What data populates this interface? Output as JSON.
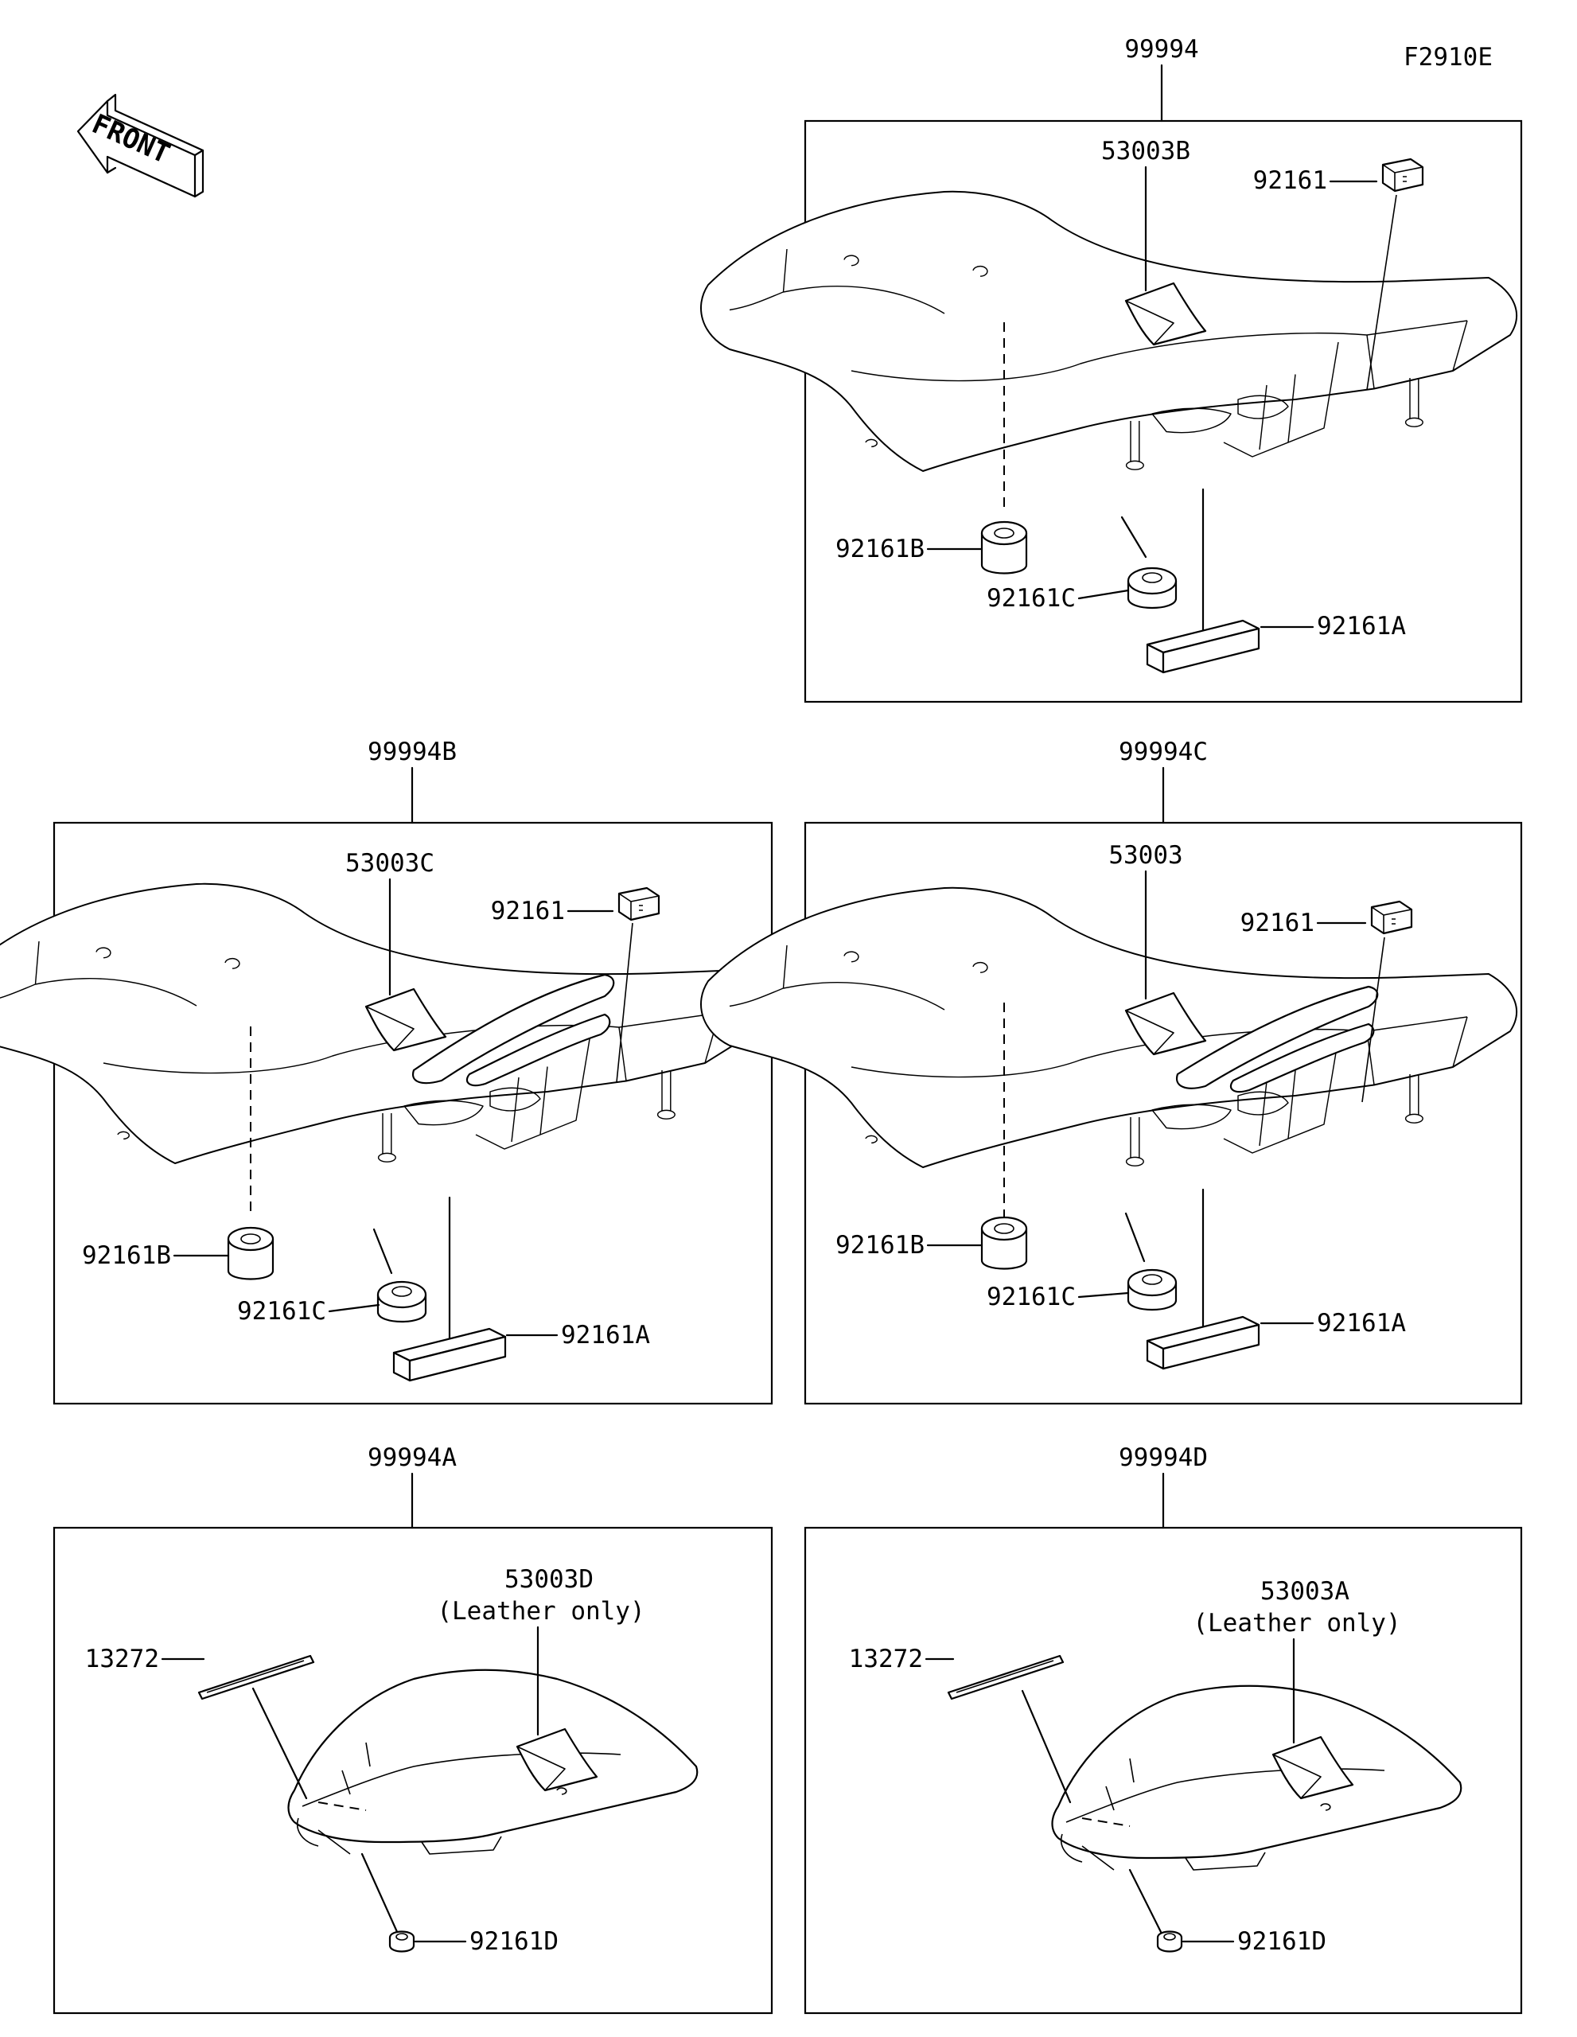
{
  "figure_code": "F2910E",
  "front_arrow": {
    "label": "FRONT",
    "icon": "front-arrow-icon"
  },
  "panels": [
    {
      "id": "99994",
      "label": "99994",
      "parts": {
        "cover": "53003B",
        "pad_top": "92161",
        "pad_b": "92161B",
        "pad_c": "92161C",
        "pad_a": "92161A"
      }
    },
    {
      "id": "99994B",
      "label": "99994B",
      "parts": {
        "cover": "53003C",
        "pad_top": "92161",
        "pad_b": "92161B",
        "pad_c": "92161C",
        "pad_a": "92161A"
      }
    },
    {
      "id": "99994C",
      "label": "99994C",
      "parts": {
        "cover": "53003",
        "pad_top": "92161",
        "pad_b": "92161B",
        "pad_c": "92161C",
        "pad_a": "92161A"
      }
    },
    {
      "id": "99994A",
      "label": "99994A",
      "parts": {
        "cover": "53003D",
        "cover_note": "(Leather only)",
        "strip": "13272",
        "grommet": "92161D"
      }
    },
    {
      "id": "99994D",
      "label": "99994D",
      "parts": {
        "cover": "53003A",
        "cover_note": "(Leather only)",
        "strip": "13272",
        "grommet": "92161D"
      }
    }
  ]
}
